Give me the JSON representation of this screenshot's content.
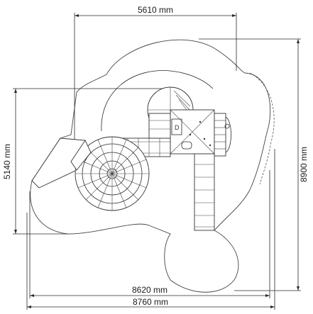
{
  "dimensions": {
    "top_width": "5610 mm",
    "left_height": "5140 mm",
    "right_height": "8900 mm",
    "bottom_inner_width": "8620 mm",
    "bottom_outer_width": "8760 mm"
  },
  "colors": {
    "line": "#2a2a2a",
    "background": "#ffffff"
  }
}
